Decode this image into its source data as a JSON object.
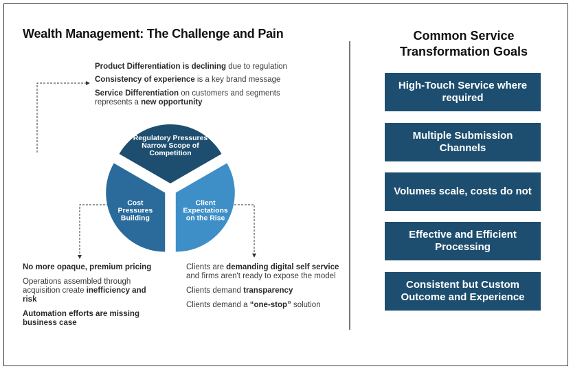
{
  "left_title": "Wealth Management: The Challenge and Pain",
  "top_points": [
    [
      {
        "t": "Product Differentiation is declining",
        "b": true
      },
      {
        "t": " due to regulation",
        "b": false
      }
    ],
    [
      {
        "t": "Consistency of experience",
        "b": true
      },
      {
        "t": " is a key brand message",
        "b": false
      }
    ],
    [
      {
        "t": "Service Differentiation",
        "b": true
      },
      {
        "t": " on customers and segments",
        "b": false
      },
      {
        "br": true
      },
      {
        "t": "represents a ",
        "b": false
      },
      {
        "t": "new opportunity",
        "b": true
      }
    ]
  ],
  "left_points": [
    [
      {
        "t": "No more opaque, premium pricing",
        "b": true
      }
    ],
    [
      {
        "t": "Operations assembled through",
        "b": false
      },
      {
        "br": true
      },
      {
        "t": "acquisition create ",
        "b": false
      },
      {
        "t": "inefficiency and",
        "b": true
      },
      {
        "br": true
      },
      {
        "t": "risk",
        "b": true
      }
    ],
    [
      {
        "t": "Automation efforts are missing",
        "b": true
      },
      {
        "br": true
      },
      {
        "t": "business case",
        "b": true
      }
    ]
  ],
  "right_points": [
    [
      {
        "t": "Clients are ",
        "b": false
      },
      {
        "t": "demanding digital self service",
        "b": true
      },
      {
        "br": true
      },
      {
        "t": "and firms aren't ready to expose the model",
        "b": false
      }
    ],
    [
      {
        "t": "Clients demand ",
        "b": false
      },
      {
        "t": "transparency",
        "b": true
      }
    ],
    [
      {
        "t": "Clients demand  a ",
        "b": false
      },
      {
        "t": "“one-stop”",
        "b": true
      },
      {
        "t": " solution",
        "b": false
      }
    ]
  ],
  "pie": {
    "top": [
      "Regulatory Pressures",
      "Narrow Scope of",
      "Competition"
    ],
    "left": [
      "Cost",
      "Pressures",
      "Building"
    ],
    "right": [
      "Client",
      "Expectations",
      "on the Rise"
    ],
    "colors": {
      "top": "#1d4e6f",
      "left": "#2a6b9b",
      "right": "#3e8fc7"
    }
  },
  "right_title": "Common Service Transformation Goals",
  "right_title_lines": [
    "Common Service",
    "Transformation  Goals"
  ],
  "goals": [
    "High-Touch Service where required",
    "Multiple Submission Channels",
    "Volumes scale, costs do not",
    "Effective and Efficient Processing",
    "Consistent but Custom Outcome and Experience"
  ],
  "goal_color": "#1d4e6f"
}
